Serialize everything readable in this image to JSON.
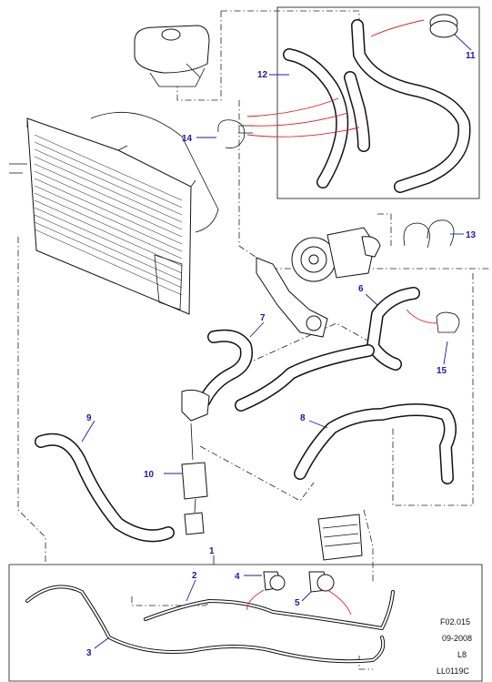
{
  "callouts": {
    "c1": "1",
    "c2": "2",
    "c3": "3",
    "c4": "4",
    "c5": "5",
    "c6": "6",
    "c7": "7",
    "c8": "8",
    "c9": "9",
    "c10": "10",
    "c11": "11",
    "c12": "12",
    "c13": "13",
    "c14": "14",
    "c15": "15"
  },
  "reference": {
    "figure": "F02.015",
    "date": "09-2008",
    "model": "L8",
    "code": "LL0119C"
  },
  "colors": {
    "callout": "#1a1aa8",
    "leader_red": "#d22222",
    "line": "#111111"
  }
}
